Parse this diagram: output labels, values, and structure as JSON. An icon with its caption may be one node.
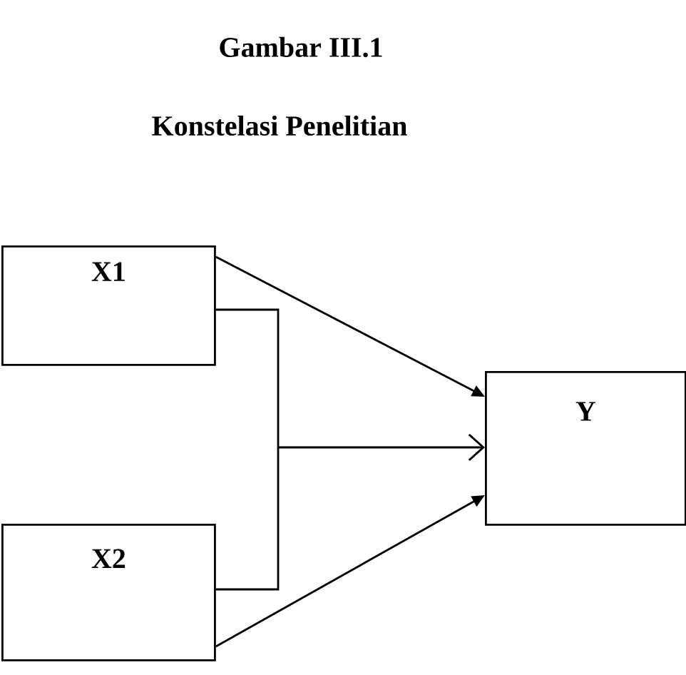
{
  "diagram": {
    "title": "Gambar III.1",
    "caption": "Konstelasi Penelitian",
    "nodes": [
      {
        "text": [
          "X1"
        ]
      },
      {
        "text": [
          "X2"
        ]
      },
      {
        "text": [
          "Y"
        ]
      }
    ],
    "edges": [
      {
        "from": 0,
        "to": 2,
        "arrow": "to"
      },
      {
        "from": 1,
        "to": 2,
        "arrow": "to"
      },
      {
        "from": 0,
        "to": 2,
        "arrow": "to"
      },
      {
        "from": 1,
        "to": 2,
        "arrow": "to"
      }
    ]
  }
}
